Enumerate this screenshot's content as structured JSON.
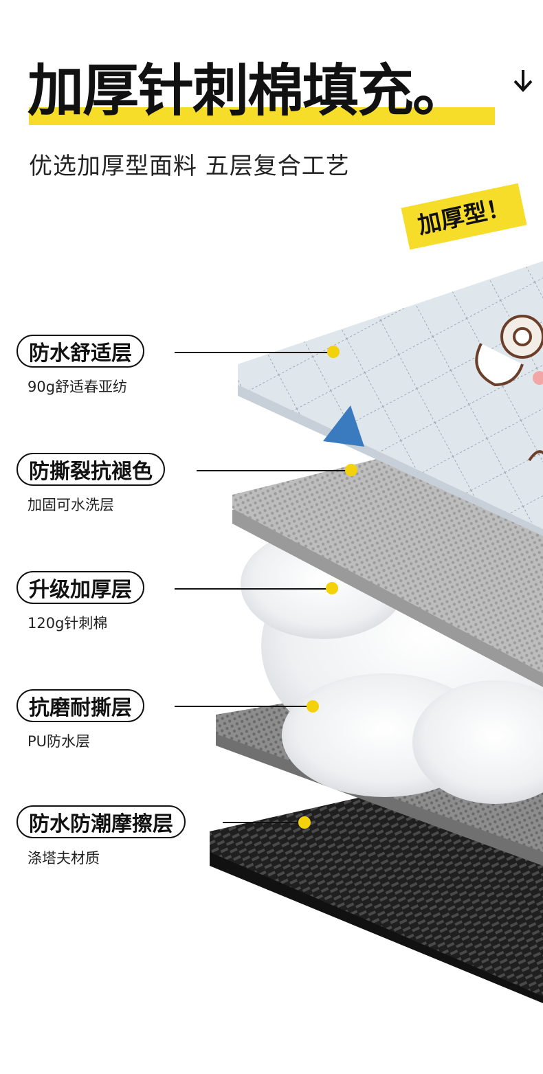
{
  "headline": "加厚针刺棉填充。",
  "subheading": "优选加厚型面料 五层复合工艺",
  "badge": "加厚型！",
  "layers": [
    {
      "title": "防水舒适层",
      "subtitle": "90g舒适春亚纺"
    },
    {
      "title": "防撕裂抗褪色",
      "subtitle": "加固可水洗层"
    },
    {
      "title": "升级加厚层",
      "subtitle": "120g针刺棉"
    },
    {
      "title": "抗磨耐撕层",
      "subtitle": "PU防水层"
    },
    {
      "title": "防水防潮摩擦层",
      "subtitle": "涤塔夫材质"
    }
  ],
  "icons": [
    "arrow-down-icon"
  ],
  "colors": {
    "accent_yellow": "#f6dd2a",
    "dot_yellow": "#f4d20b",
    "text": "#111111"
  }
}
